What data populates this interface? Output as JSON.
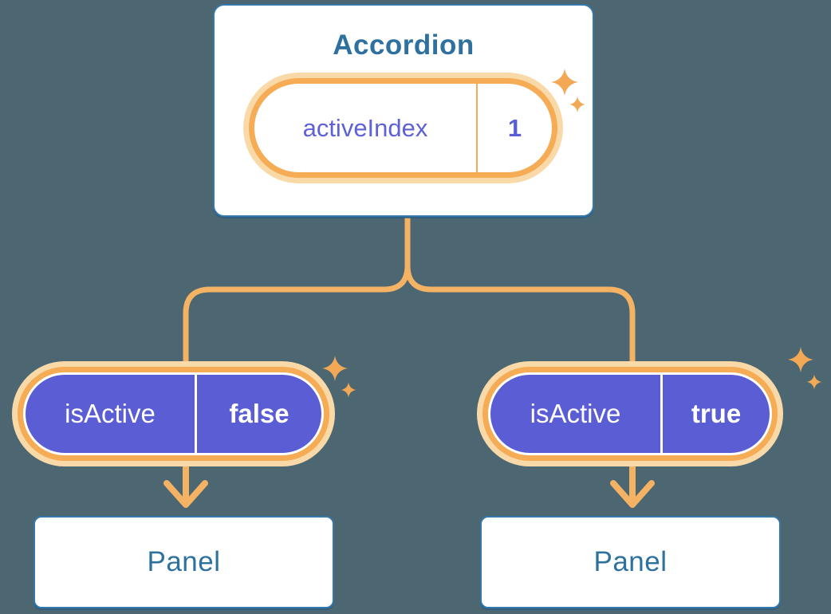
{
  "diagram": {
    "root": {
      "title": "Accordion",
      "state": {
        "name": "activeIndex",
        "value": "1"
      }
    },
    "children": [
      {
        "state": {
          "name": "isActive",
          "value": "false"
        },
        "panel": {
          "title": "Panel"
        }
      },
      {
        "state": {
          "name": "isActive",
          "value": "true"
        },
        "panel": {
          "title": "Panel"
        }
      }
    ]
  },
  "icons": {
    "sparkle": "sparkle-icon"
  },
  "colors": {
    "background": "#4C6771",
    "card_border_blue": "#3578AB",
    "heading_text_blue": "#2E719F",
    "state_purple": "#5A5DD3",
    "state_label_purple": "#5F61D6",
    "accent_orange": "#F5AC55",
    "accent_orange_glow": "#FAD9A8",
    "connector_orange": "#F4B264",
    "sparkle_orange": "#F2A855",
    "pill_text_white": "#FFFFFF"
  }
}
